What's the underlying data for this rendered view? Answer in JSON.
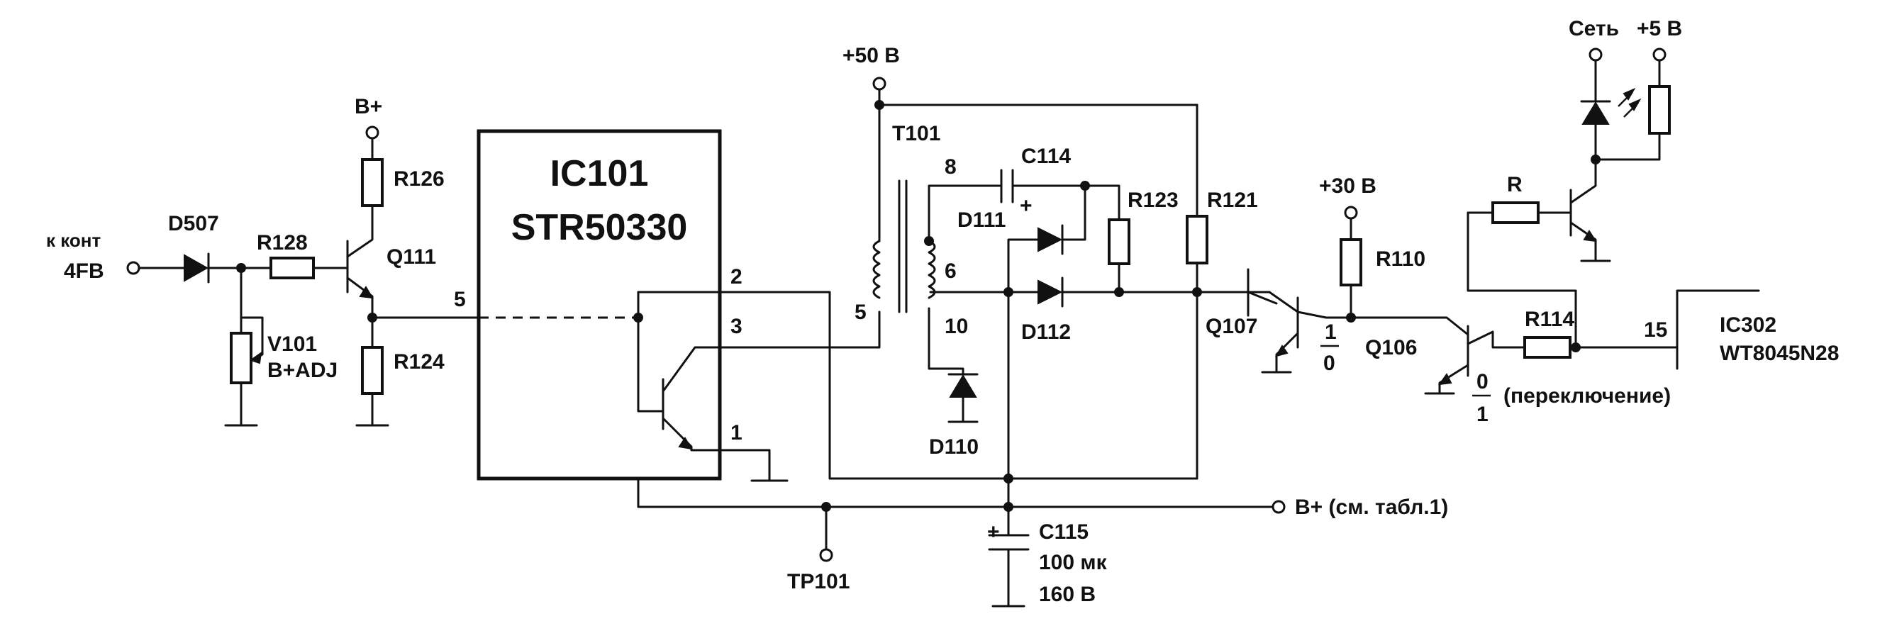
{
  "ic101": {
    "name": "IC101",
    "part": "STR50330",
    "pin1": "1",
    "pin2": "2",
    "pin3": "3",
    "pin5": "5"
  },
  "left": {
    "input": "к конт\n4FB",
    "d507": "D507",
    "r128": "R128",
    "v101": "V101",
    "v101_label": "B+ADJ",
    "bplus": "B+",
    "r126": "R126",
    "q111": "Q111",
    "r124": "R124"
  },
  "transformer": {
    "name": "T101",
    "rail": "+50 В",
    "pin5": "5",
    "pin8": "8",
    "pin6": "6",
    "pin10": "10"
  },
  "secondary": {
    "c114": "C114",
    "d111": "D111",
    "d112": "D112",
    "d110": "D110",
    "r123": "R123",
    "r121": "R121",
    "plus": "+"
  },
  "bottom": {
    "tp101": "TP101",
    "c115": "C115",
    "c115_cap": "100 мк",
    "c115_volt": "160 В",
    "plus": "+",
    "bplus_out": "B+ (см. табл.1)"
  },
  "control": {
    "rail30": "+30 В",
    "r110": "R110",
    "q107": "Q107",
    "q107_state_top": "1",
    "q107_state_bottom": "0",
    "q106": "Q106",
    "r114": "R114",
    "q106_state_top": "0",
    "q106_state_bottom": "1",
    "switch_label": "(переключение)",
    "pin15": "15",
    "ic302": "IC302",
    "ic302_part": "WT8045N28",
    "r": "R",
    "set": "Сеть",
    "rail5": "+5 В"
  }
}
